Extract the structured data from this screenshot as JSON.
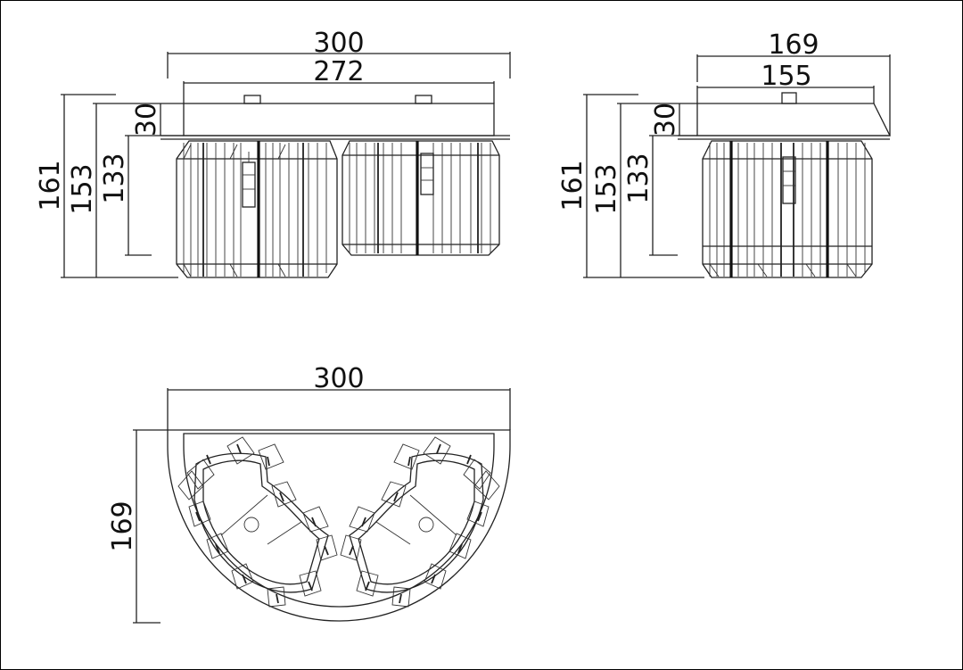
{
  "front_view": {
    "overall_width": "300",
    "plate_width": "272",
    "plate_height": "30",
    "overall_height": "161",
    "mid_height": "153",
    "inner_height": "133"
  },
  "side_view": {
    "overall_width": "169",
    "plate_width": "155",
    "plate_height": "30",
    "overall_height": "161",
    "mid_height": "153",
    "inner_height": "133"
  },
  "top_view": {
    "width": "300",
    "depth": "169"
  },
  "colors": {
    "line": "#222222",
    "background": "#ffffff"
  }
}
